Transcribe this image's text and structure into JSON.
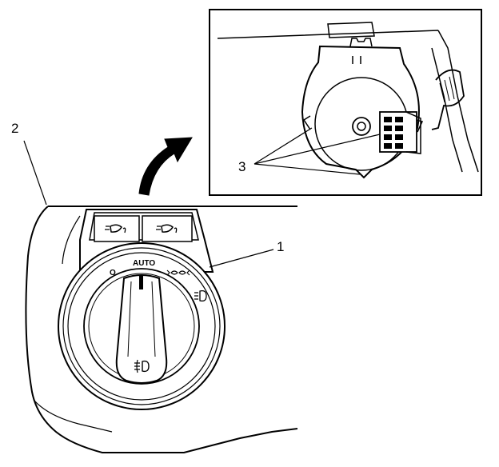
{
  "callouts": [
    {
      "id": "1",
      "label": "1"
    },
    {
      "id": "2",
      "label": "2"
    },
    {
      "id": "3",
      "label": "3"
    }
  ],
  "dial": {
    "auto_label": "AUTO",
    "off_label": "O",
    "positions": [
      "off-icon",
      "auto",
      "parking-lamp-icon",
      "headlamp-icon",
      "fog-lamp-icon"
    ]
  },
  "icons": [
    "curved-arrow-icon",
    "headlamp-leveling-icon",
    "fog-lamp-icon",
    "parking-lamp-icon",
    "headlamp-icon"
  ],
  "colors": {
    "line": "#000000",
    "background": "#ffffff"
  }
}
